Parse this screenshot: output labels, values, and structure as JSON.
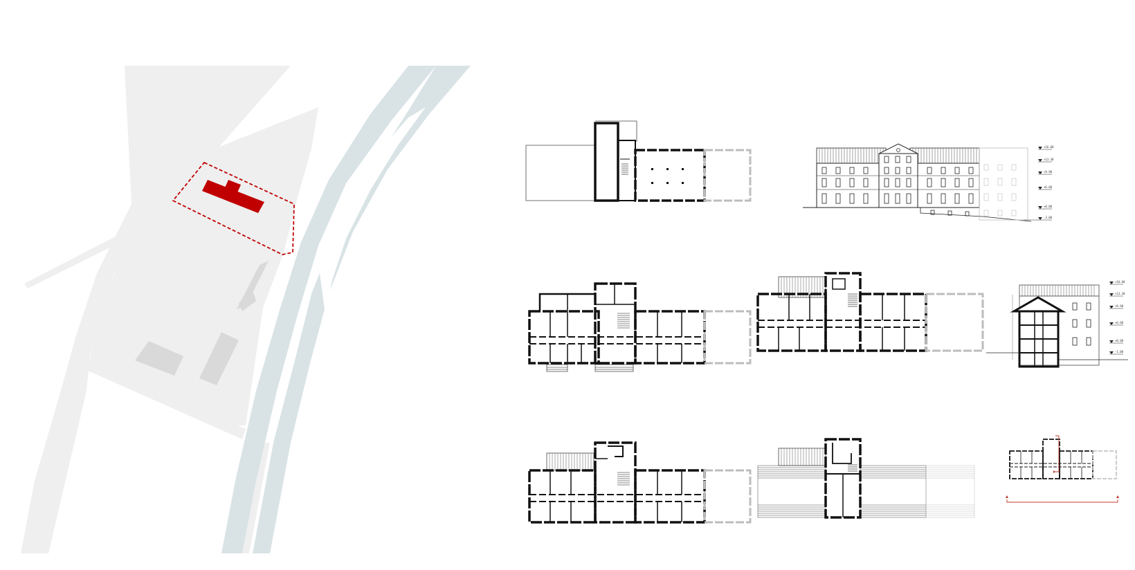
{
  "site_plan": {
    "colors": {
      "ground": "#efefef",
      "river": "#d9e3e6",
      "building_highlight": "#c00000",
      "site_boundary": "#c00000",
      "neighbor_buildings": "#d9d9d9"
    }
  },
  "drawings": {
    "plans": [
      {
        "name": "basement-plan"
      },
      {
        "name": "ground-floor-plan"
      },
      {
        "name": "first-floor-plan"
      },
      {
        "name": "second-floor-plan"
      },
      {
        "name": "attic-plan"
      },
      {
        "name": "roof-plan"
      },
      {
        "name": "key-plan"
      }
    ],
    "elevation": {
      "level_marks": [
        "+16.60",
        "+13.30",
        "+9.90",
        "+6.60",
        "+0.00",
        "-3.00"
      ]
    },
    "section": {
      "level_marks": [
        "+16.60",
        "+13.30",
        "+9.90",
        "+6.60",
        "+0.00",
        "-1.00"
      ]
    },
    "colors": {
      "wall": "#111111",
      "ghost_wall": "#bcbcbc",
      "key_plan_marker": "#c0392b"
    }
  }
}
